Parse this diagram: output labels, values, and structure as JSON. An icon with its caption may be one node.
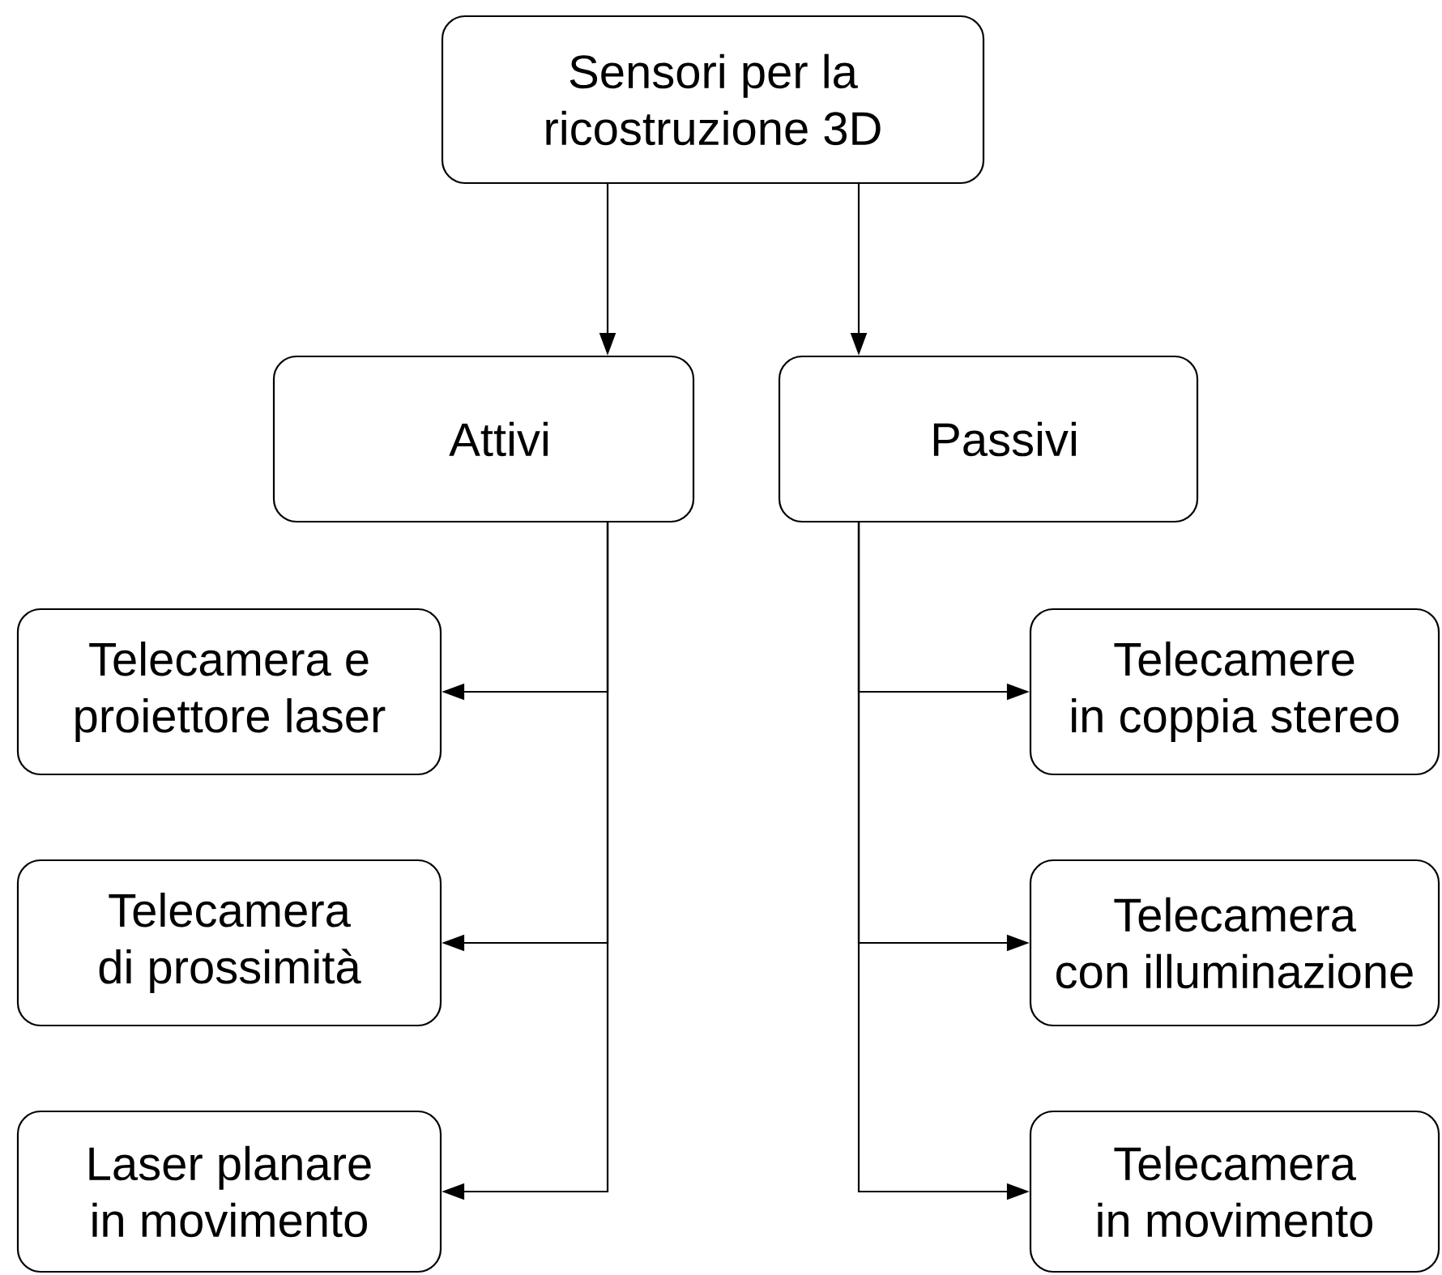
{
  "diagram": {
    "nodes": [
      {
        "text": [
          "Sensori per la ricostruzione 3D"
        ]
      },
      {
        "text": [
          "Attivi"
        ]
      },
      {
        "text": [
          "Passivi"
        ]
      },
      {
        "text": [
          "Telecamera e proiettore laser"
        ]
      },
      {
        "text": [
          "Telecamera di prossimità"
        ]
      },
      {
        "text": [
          "Laser planare in movimento"
        ]
      },
      {
        "text": [
          "Telecamere in coppia stereo"
        ]
      },
      {
        "text": [
          "Telecamera con illuminazione"
        ]
      },
      {
        "text": [
          "Telecamera in movimento"
        ]
      }
    ],
    "edges": [
      {
        "from": 0,
        "to": 1,
        "arrow": "to"
      },
      {
        "from": 0,
        "to": 2,
        "arrow": "to"
      },
      {
        "from": 1,
        "to": 3,
        "arrow": "to"
      },
      {
        "from": 1,
        "to": 4,
        "arrow": "to"
      },
      {
        "from": 1,
        "to": 5,
        "arrow": "to"
      },
      {
        "from": 2,
        "to": 6,
        "arrow": "to"
      },
      {
        "from": 2,
        "to": 7,
        "arrow": "to"
      },
      {
        "from": 2,
        "to": 8,
        "arrow": "to"
      }
    ]
  }
}
